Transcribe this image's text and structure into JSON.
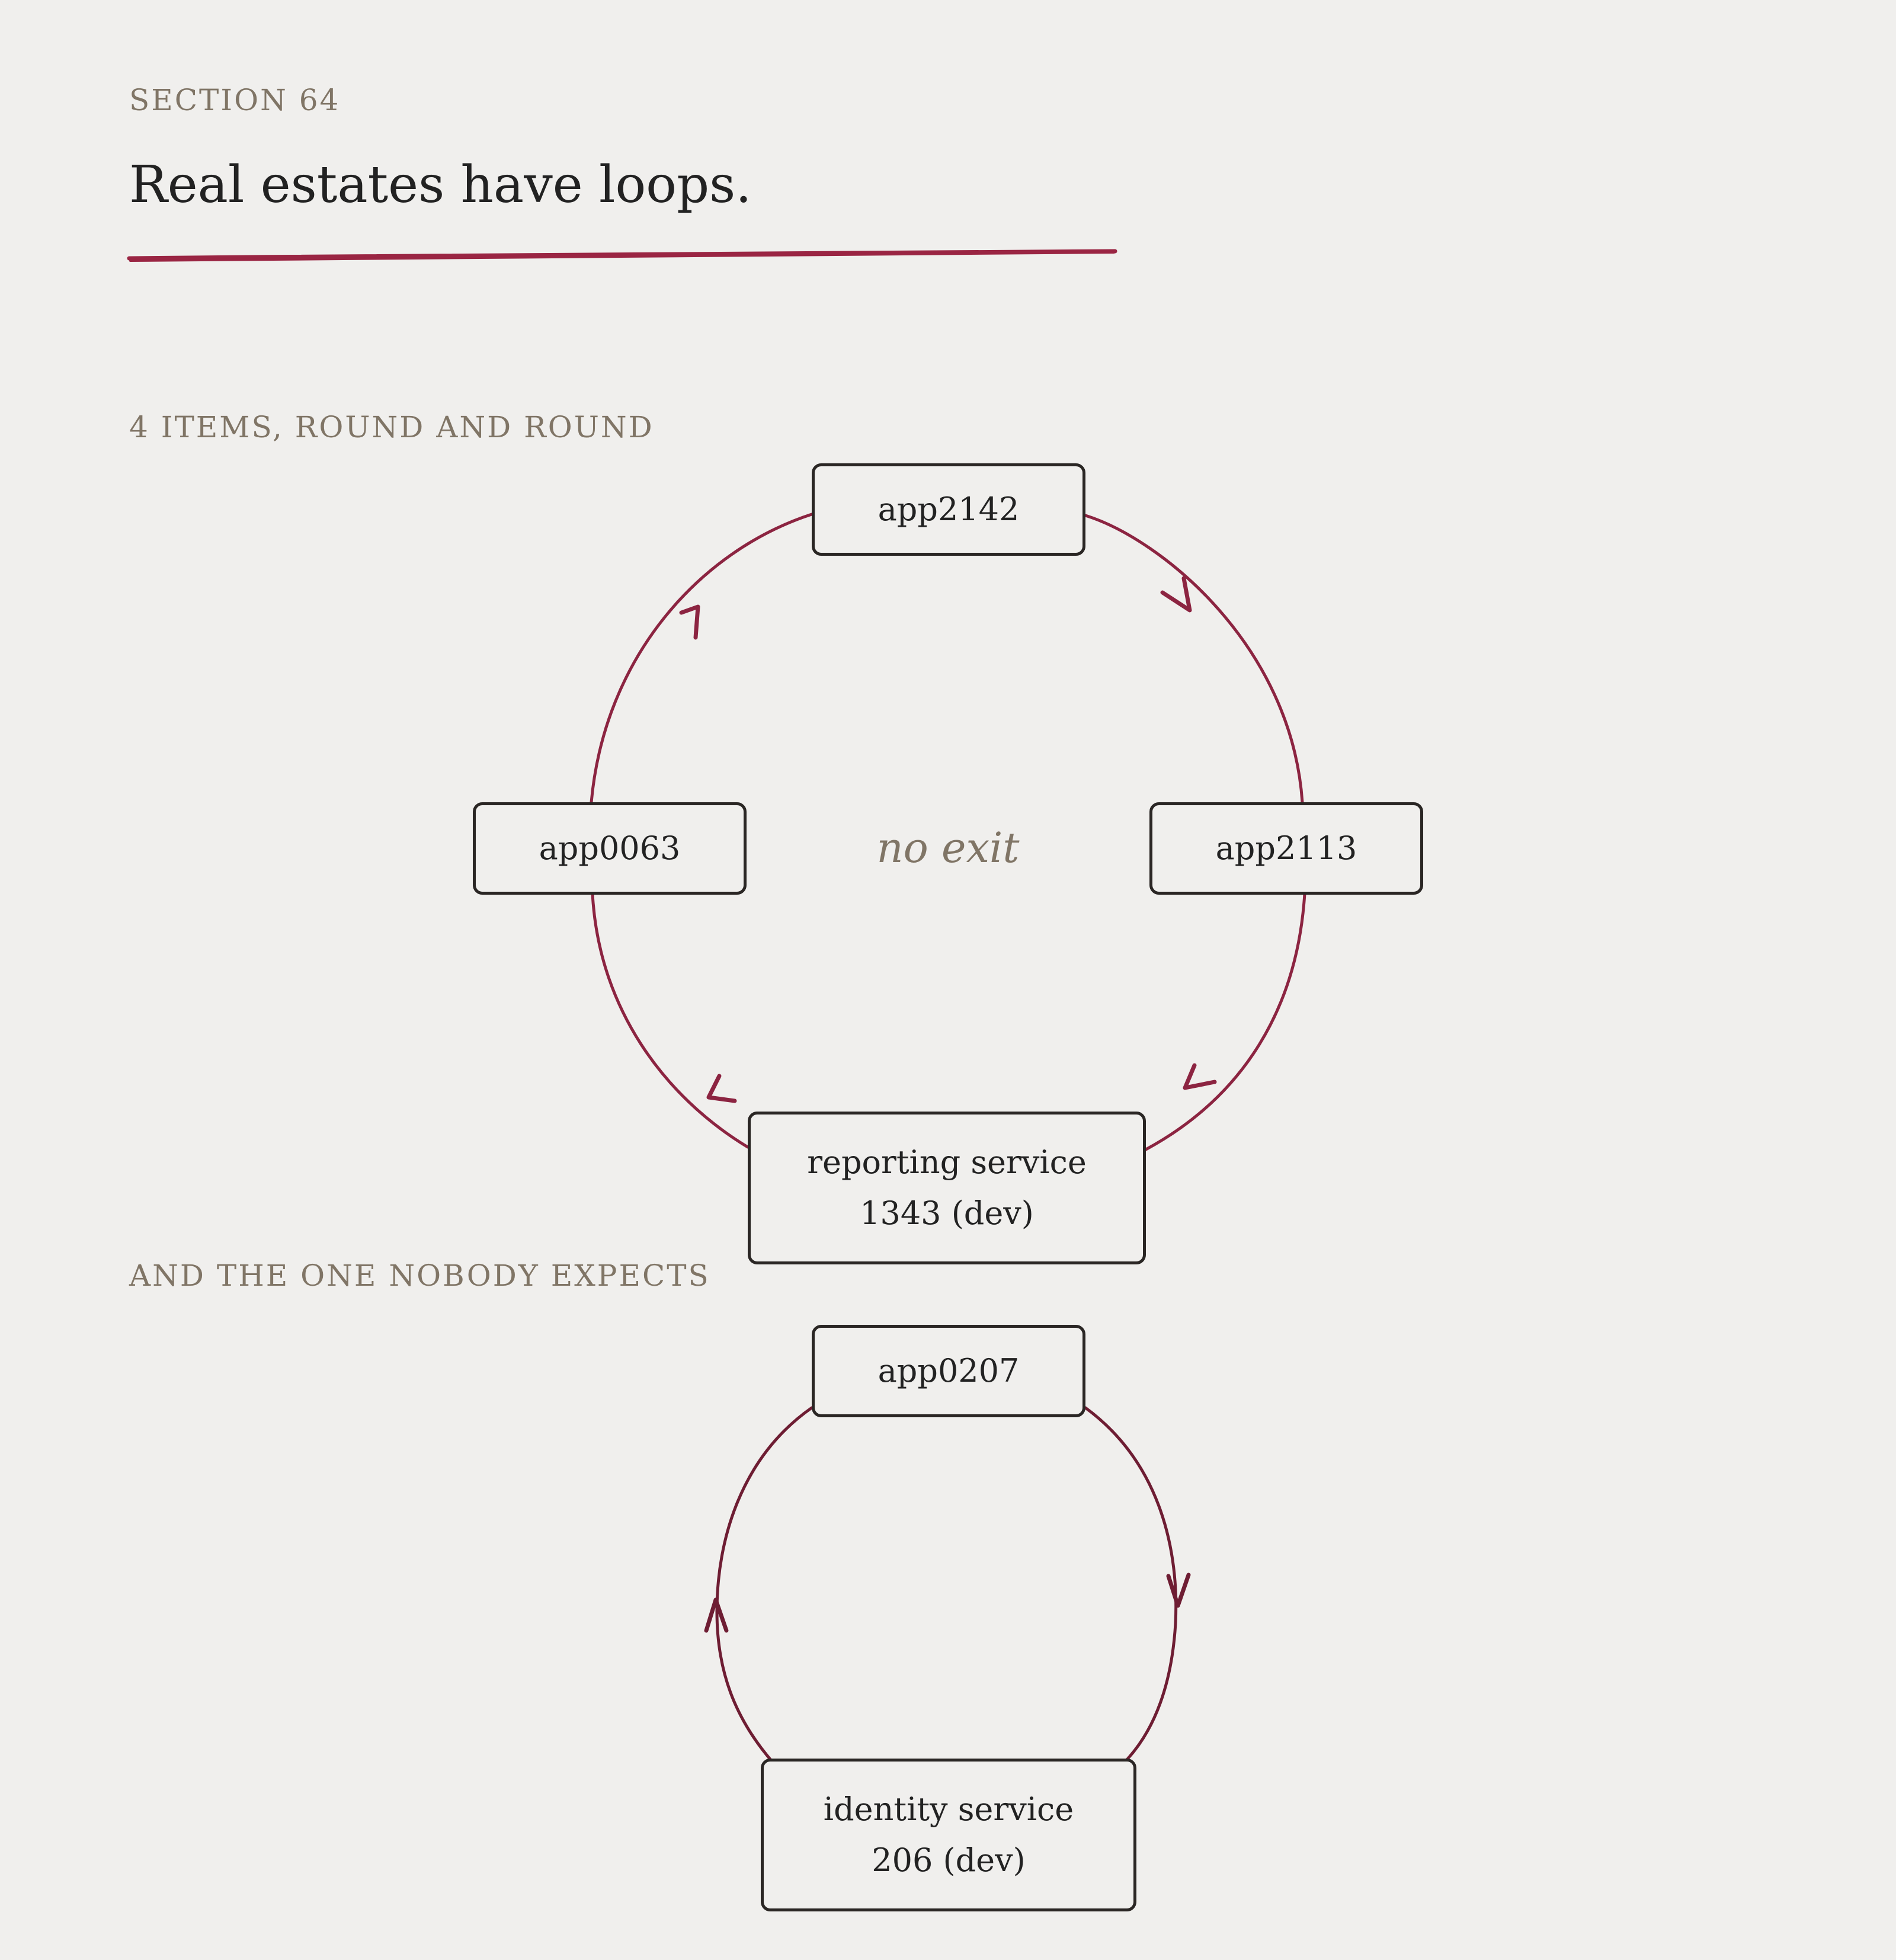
{
  "section_label": "SECTION 64",
  "title": "Real estates have loops.",
  "loop_diagram": {
    "subhead": "4 ITEMS, ROUND AND ROUND",
    "center_label": "no exit",
    "nodes": {
      "top": "app2142",
      "right": "app2113",
      "bottom": [
        "reporting service",
        "1343 (dev)"
      ],
      "left": "app0063"
    },
    "direction": "clockwise",
    "edge_color": "#8c2441"
  },
  "self_loop_diagram": {
    "subhead": "AND THE ONE NOBODY EXPECTS",
    "nodes": {
      "top": "app0207",
      "bottom": [
        "identity service",
        "206 (dev)"
      ]
    },
    "edge_color": "#6e1d33"
  },
  "colors": {
    "background": "#f0efed",
    "accent": "#9a2543",
    "muted_text": "#807566",
    "ink": "#222222"
  }
}
